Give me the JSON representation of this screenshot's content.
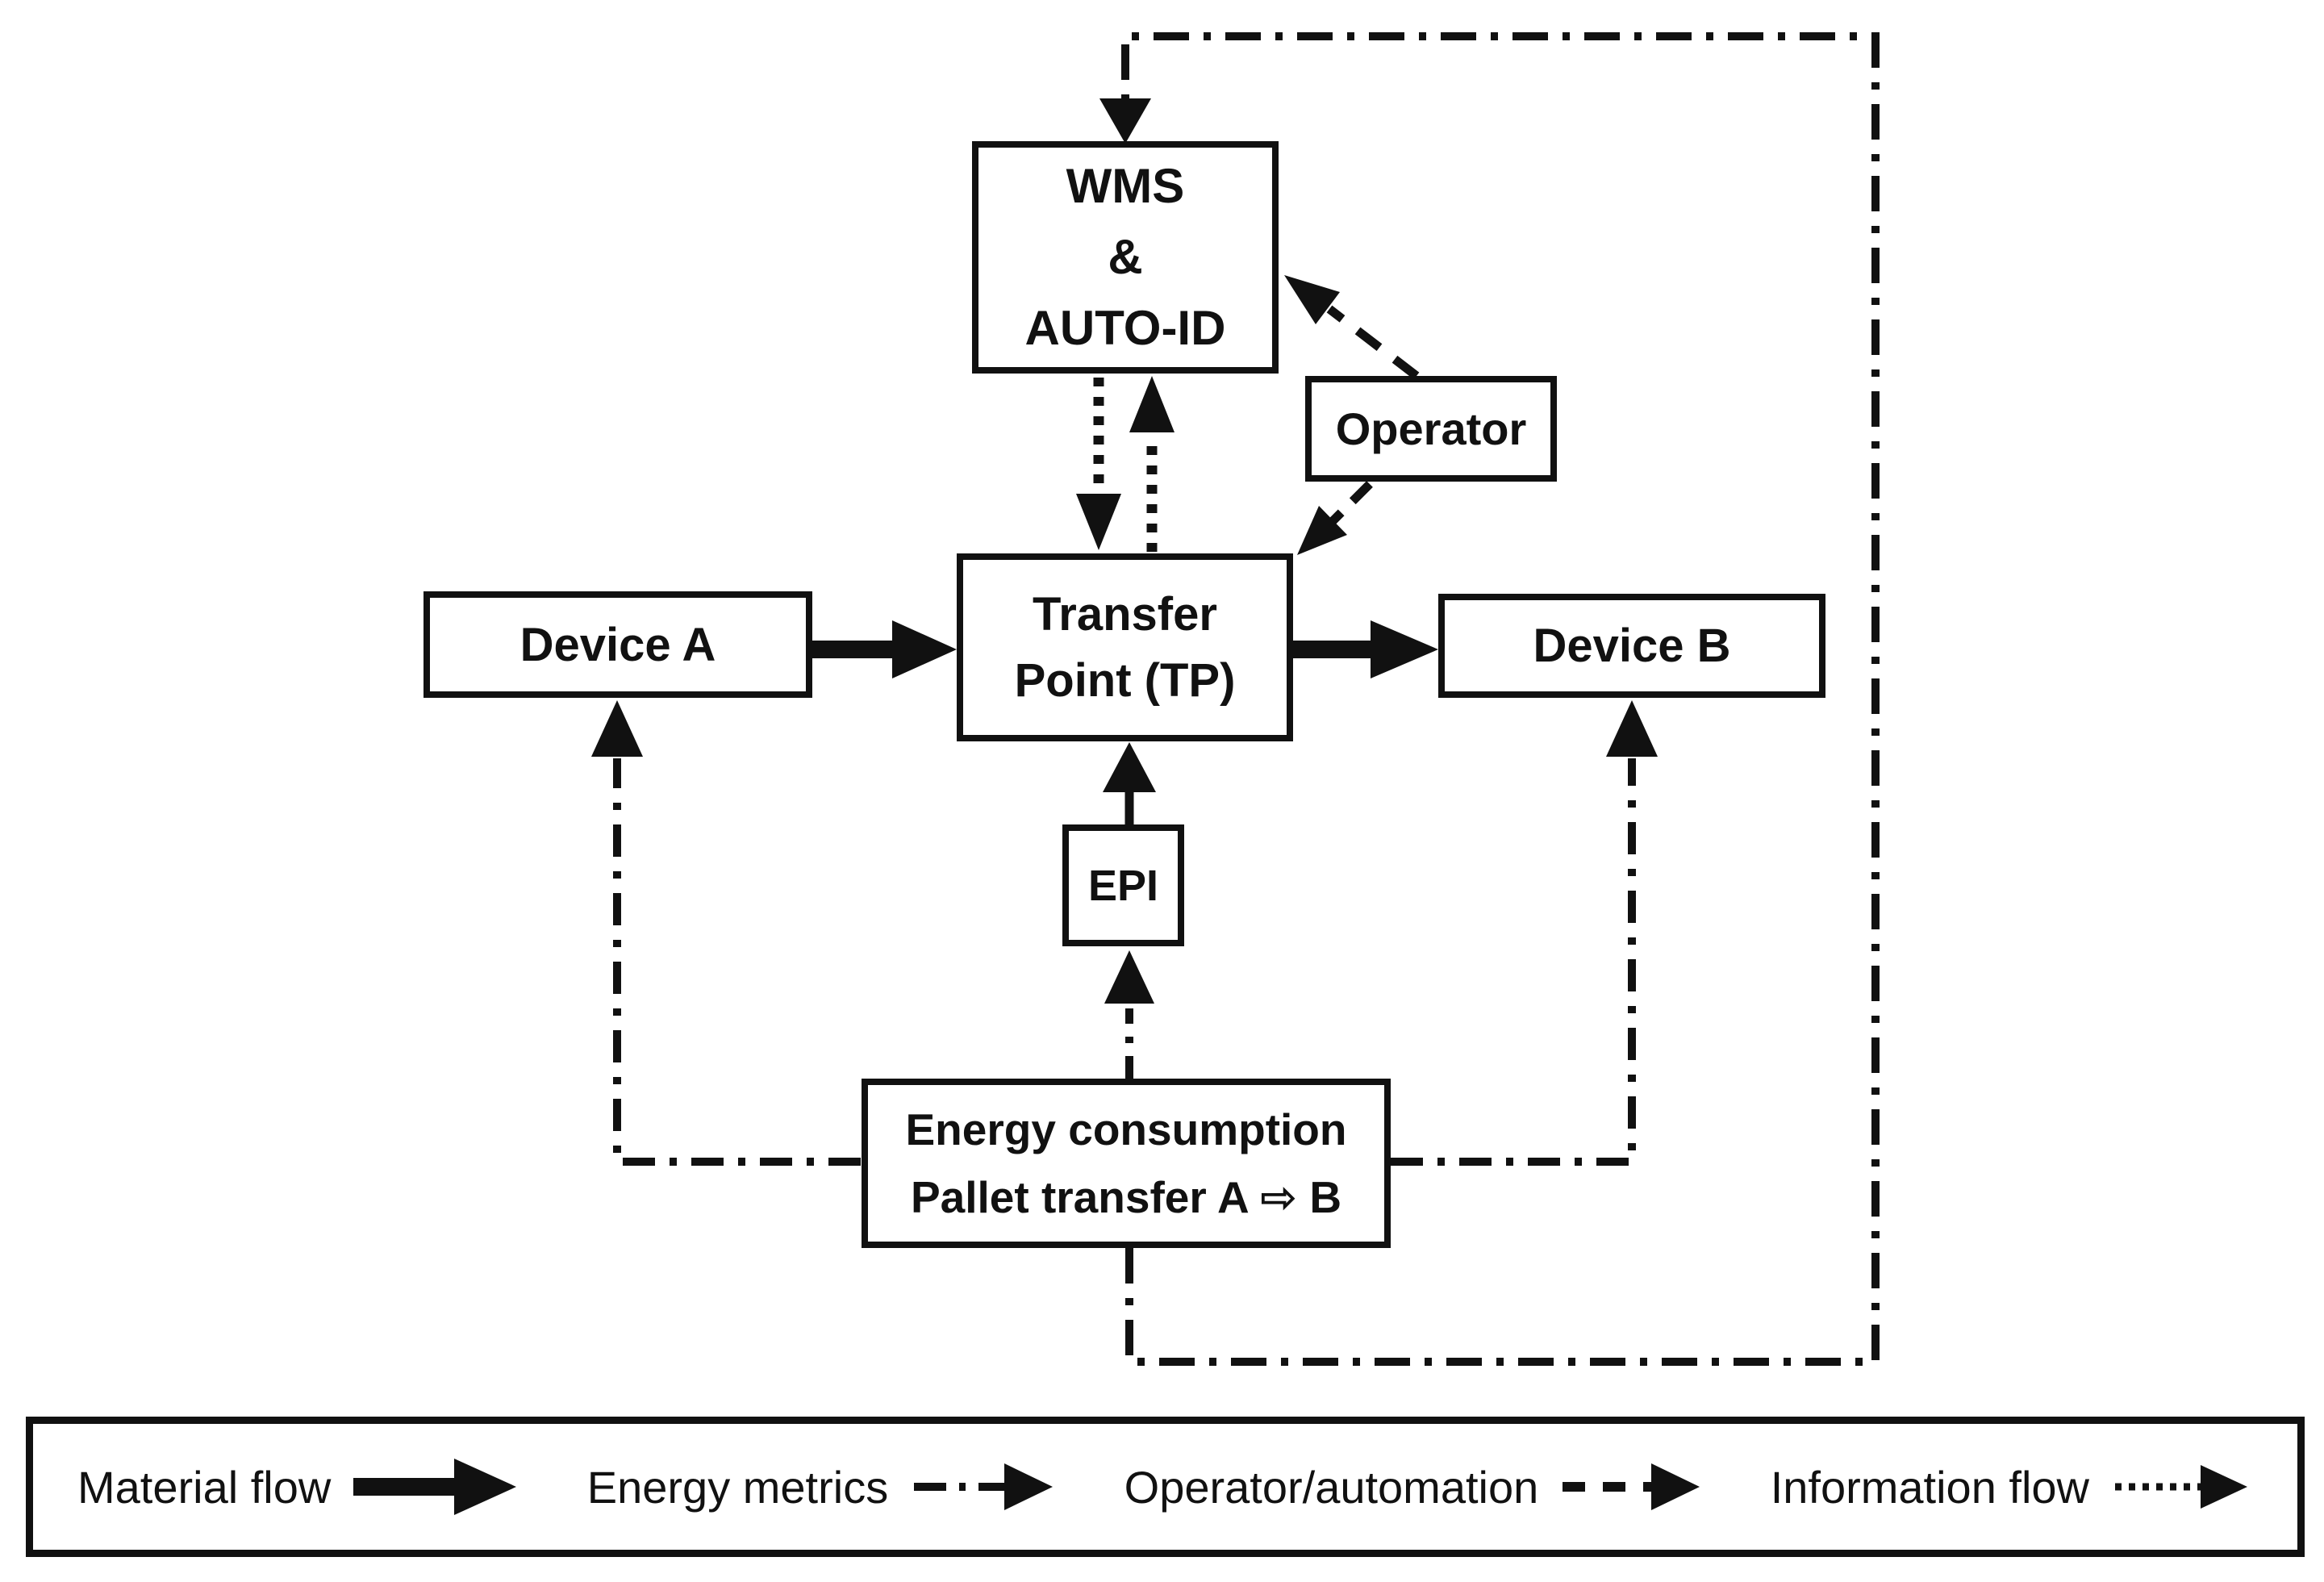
{
  "canvas": {
    "background": "#ffffff",
    "ink": "#111111"
  },
  "boxes": {
    "wms": {
      "lines": [
        "WMS",
        "&",
        "AUTO-ID"
      ]
    },
    "operator": {
      "label": "Operator"
    },
    "transfer_point": {
      "lines": [
        "Transfer",
        "Point (TP)"
      ]
    },
    "device_a": {
      "label": "Device A"
    },
    "device_b": {
      "label": "Device B"
    },
    "epi": {
      "label": "EPI"
    },
    "energy": {
      "lines": [
        "Energy consumption",
        "Pallet transfer A ⇨ B"
      ]
    }
  },
  "legend": {
    "items": [
      {
        "label": "Material flow",
        "style": "solid-thick-arrow"
      },
      {
        "label": "Energy metrics",
        "style": "dash-dot-arrow"
      },
      {
        "label": "Operator/automation",
        "style": "dashed-arrow"
      },
      {
        "label": "Information flow",
        "style": "dotted-arrow"
      }
    ]
  }
}
